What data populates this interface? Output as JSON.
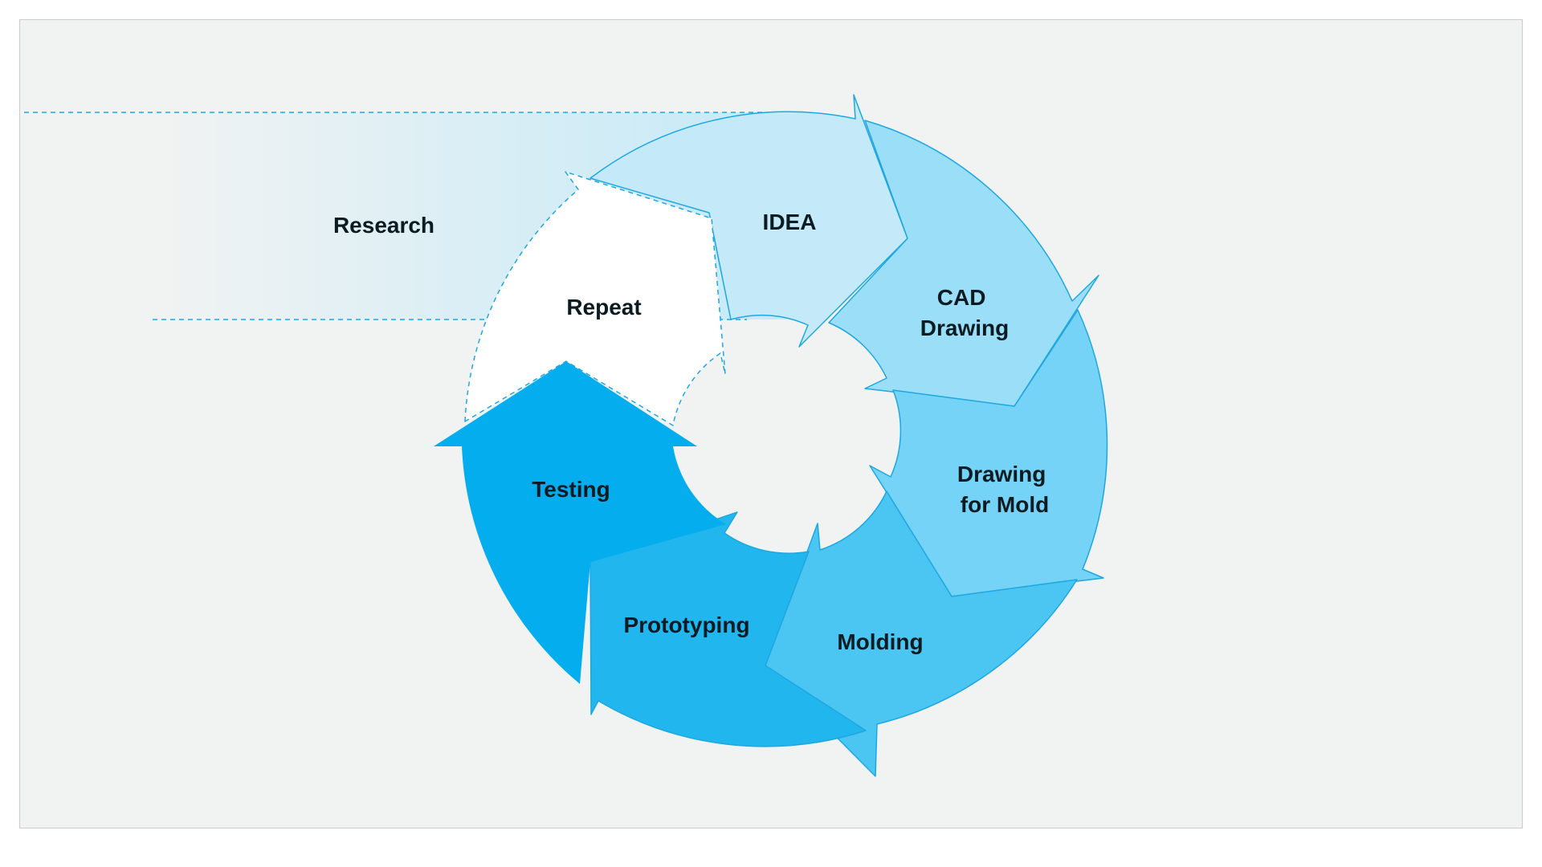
{
  "diagram": {
    "research_label": "Research",
    "repeat_label": "Repeat",
    "stages": [
      {
        "id": "idea",
        "lines": [
          "IDEA"
        ]
      },
      {
        "id": "cad-drawing",
        "lines": [
          "CAD",
          "Drawing"
        ]
      },
      {
        "id": "drawing-for-mold",
        "lines": [
          "Drawing",
          "for Mold"
        ]
      },
      {
        "id": "molding",
        "lines": [
          "Molding"
        ]
      },
      {
        "id": "prototyping",
        "lines": [
          "Prototyping"
        ]
      },
      {
        "id": "testing",
        "lines": [
          "Testing"
        ]
      }
    ],
    "colors": {
      "idea": "#c4e9f8",
      "cad": "#9bdef8",
      "mold_drawing": "#74d3f6",
      "molding": "#4bc5f2",
      "prototyping": "#22b6ee",
      "testing": "#03adee",
      "outline": "#1ea7e1",
      "background": "#f1f3f2"
    }
  }
}
